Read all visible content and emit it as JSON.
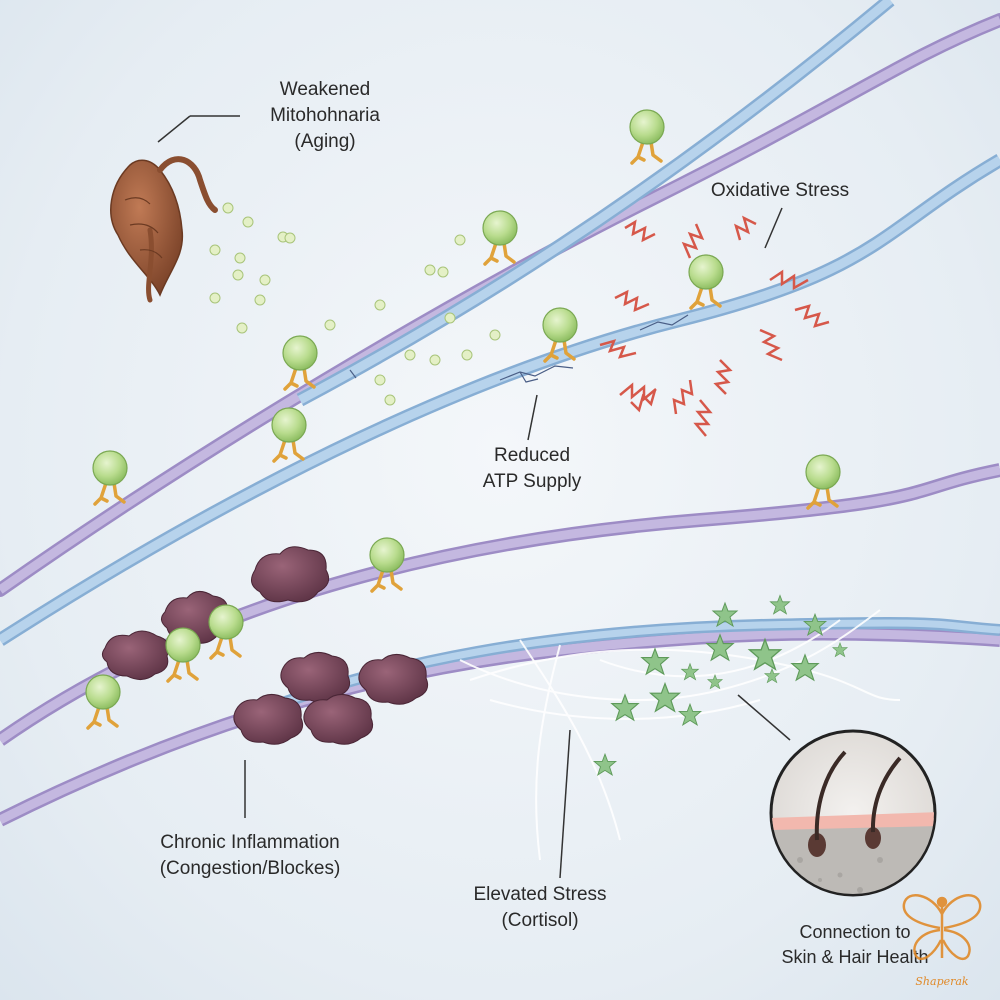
{
  "labels": {
    "mitochondria": [
      "Weakened",
      "Mitohohnaria",
      "(Aging)"
    ],
    "oxidative": [
      "Oxidative Stress"
    ],
    "atp": [
      "Reduced",
      "ATP Supply"
    ],
    "inflammation": [
      "Chronic Inflammation",
      "(Congestion/Blockes)"
    ],
    "stress": [
      "Elevated Stress",
      "(Cortisol)"
    ],
    "skin": [
      "Connection to",
      "Skin & Hair Health"
    ]
  },
  "watermark": {
    "text": "Shaperak"
  },
  "colors": {
    "neuron_purple": "#b7a9d6",
    "neuron_blue": "#a9c8e3",
    "atp_green": "#b9dc8e",
    "motor_legs": "#e0a23a",
    "inflammation": "#7a4a5e",
    "mitochondria": "#9c5a3a",
    "oxidative_zigzag": "#d6584a",
    "cortisol_star": "#8fc48a",
    "watermark": "#e08a2a"
  }
}
